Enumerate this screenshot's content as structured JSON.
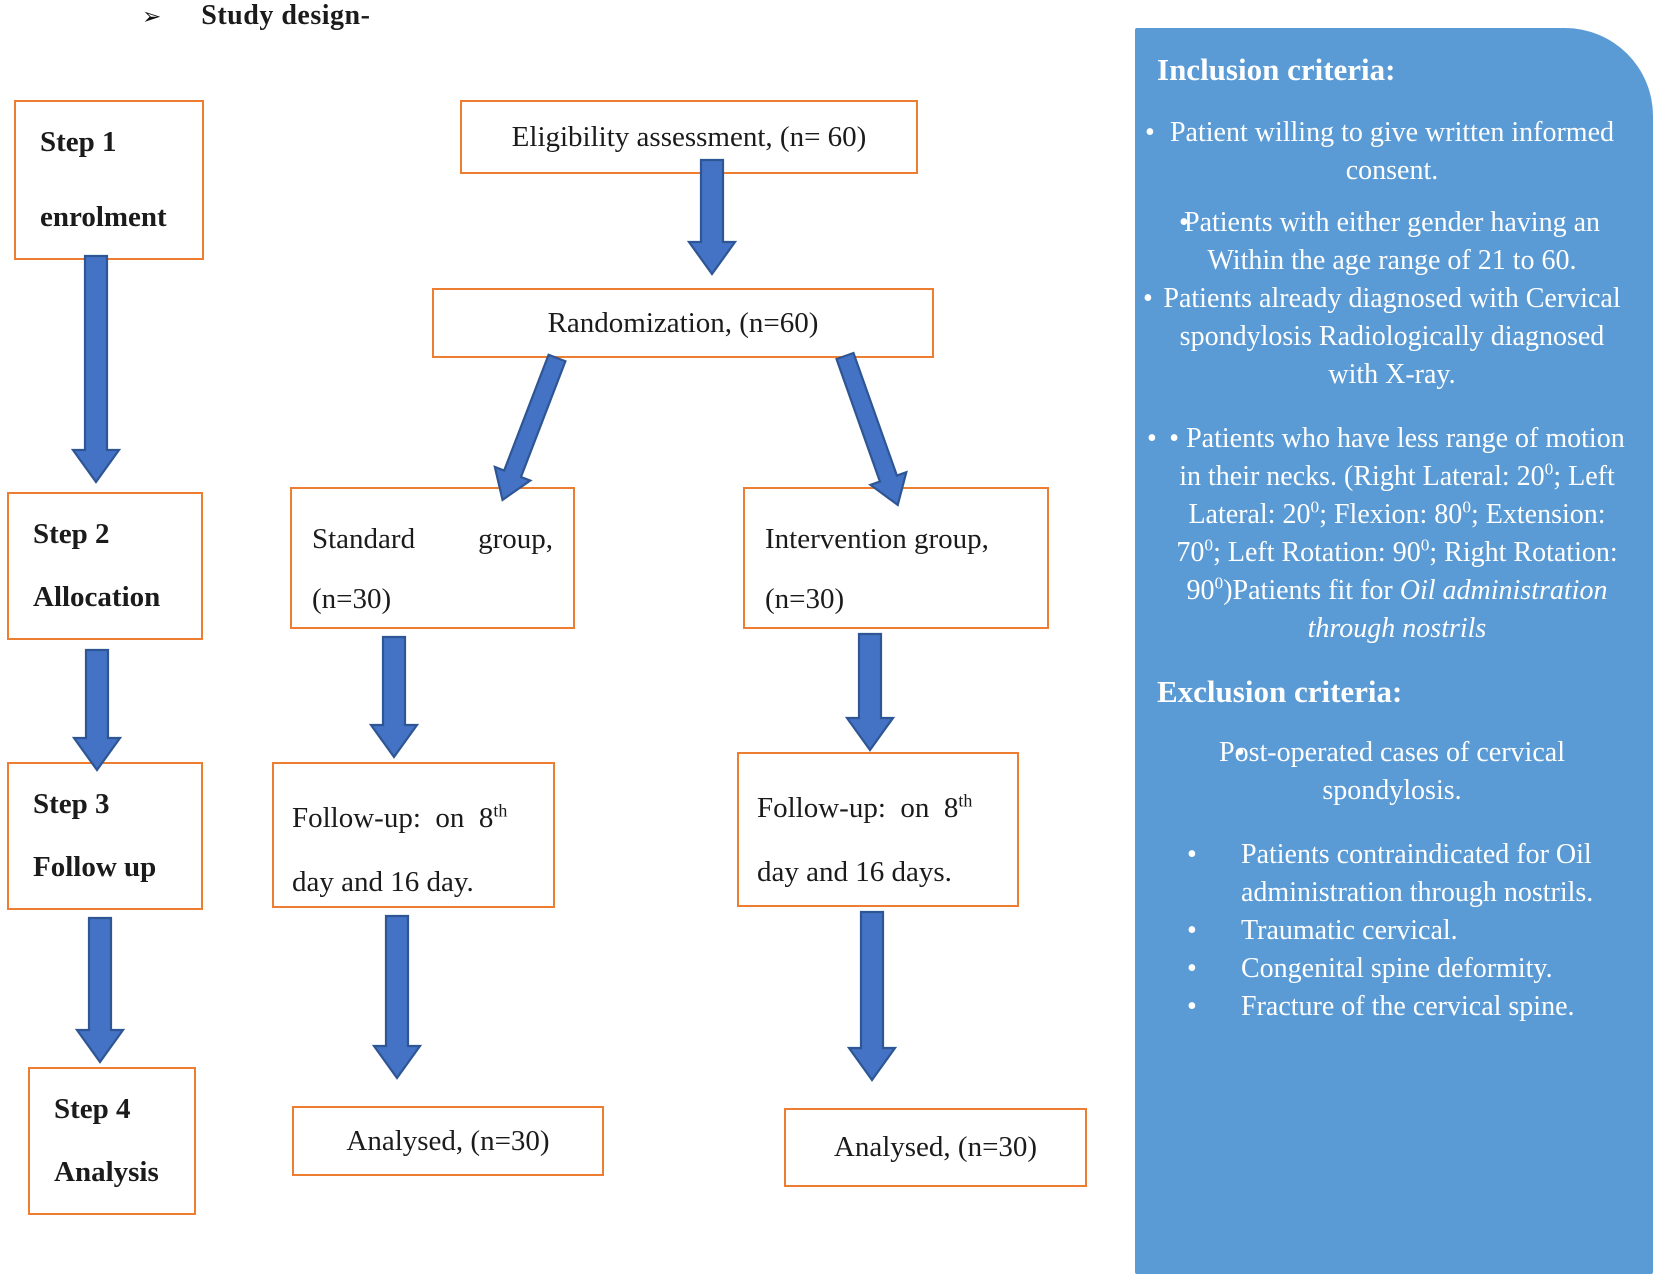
{
  "title": {
    "bullet": "➢",
    "text": "Study design-"
  },
  "steps": [
    {
      "line1": "Step 1",
      "line2": "enrolment"
    },
    {
      "line1": "Step 2",
      "line2": "Allocation"
    },
    {
      "line1": "Step 3",
      "line2": "Follow up"
    },
    {
      "line1": "Step 4",
      "line2": "Analysis"
    }
  ],
  "flow": {
    "eligibility": "Eligibility assessment, (n= 60)",
    "randomization": "Randomization, (n=60)",
    "standard": {
      "line1": "Standard group,",
      "line2": "(n=30)"
    },
    "intervention": {
      "line1": "Intervention group,",
      "line2": "(n=30)"
    },
    "followup_left": {
      "pre": "Follow-up:  on  8",
      "sup": "th",
      "line2": "day and 16 day."
    },
    "followup_right": {
      "pre": "Follow-up:  on  8",
      "sup": "th",
      "line2": "day and 16 days."
    },
    "analysed_left": "Analysed, (n=30)",
    "analysed_right": "Analysed, (n=30)"
  },
  "panel": {
    "inclusion_header": "Inclusion criteria:",
    "bullet": "•",
    "inc1": "Patient willing to give written informed consent.",
    "inc2": "Patients with either gender having an Within the age range of 21 to 60.",
    "inc3": "Patients already diagnosed with Cervical spondylosis Radiologically diagnosed with X-ray.",
    "inc4": {
      "lead": "• ",
      "t1": "Patients who have less range of motion in their necks. (Right Lateral: 20",
      "s1": "0",
      "t2": "; Left Lateral: 20",
      "s2": "0",
      "t3": "; Flexion: 80",
      "s3": "0",
      "t4": "; Extension: 70",
      "s4": "0",
      "t5": "; Left Rotation: 90",
      "s5": "0",
      "t6": "; Right Rotation: 90",
      "s6": "0",
      "t7": ")Patients fit for ",
      "italic": "Oil administration through nostrils"
    },
    "exclusion_header": "Exclusion criteria:",
    "exc1": "Post-operated cases of cervical spondylosis.",
    "exc2": "Patients contraindicated for Oil administration through nostrils.",
    "exc3": "Traumatic cervical.",
    "exc4": "Congenital spine deformity.",
    "exc5": "Fracture of the cervical spine."
  },
  "colors": {
    "box_border": "#ED7D31",
    "arrow_fill": "#4472C4",
    "arrow_stroke": "#2E5694",
    "panel_bg": "#5B9BD5",
    "panel_text": "#FFFFFF"
  }
}
